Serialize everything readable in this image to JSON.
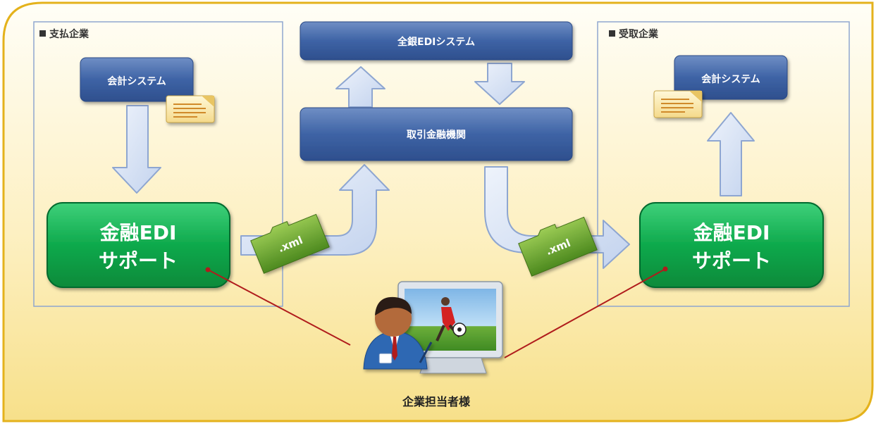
{
  "payer": {
    "title": "支払企業",
    "accounting": "会計システム",
    "edi_line1": "金融EDI",
    "edi_line2": "サポート"
  },
  "center": {
    "zengin": "全銀EDIシステム",
    "bank": "取引金融機関"
  },
  "receiver": {
    "title": "受取企業",
    "accounting": "会計システム",
    "edi_line1": "金融EDI",
    "edi_line2": "サポート"
  },
  "files": {
    "left_xml": ".xml",
    "right_xml": ".xml"
  },
  "person": {
    "label": "企業担当者様"
  },
  "colors": {
    "background": "#fdf3c8",
    "frame_border": "#e4b21c",
    "blue_box": "#3a5e9f",
    "green_box": "#0aa34a",
    "arrow_fill": "#cfdcf2",
    "arrow_stroke": "#8ea6d1",
    "connector": "#b01c1c",
    "folder": "#7cae3c"
  }
}
